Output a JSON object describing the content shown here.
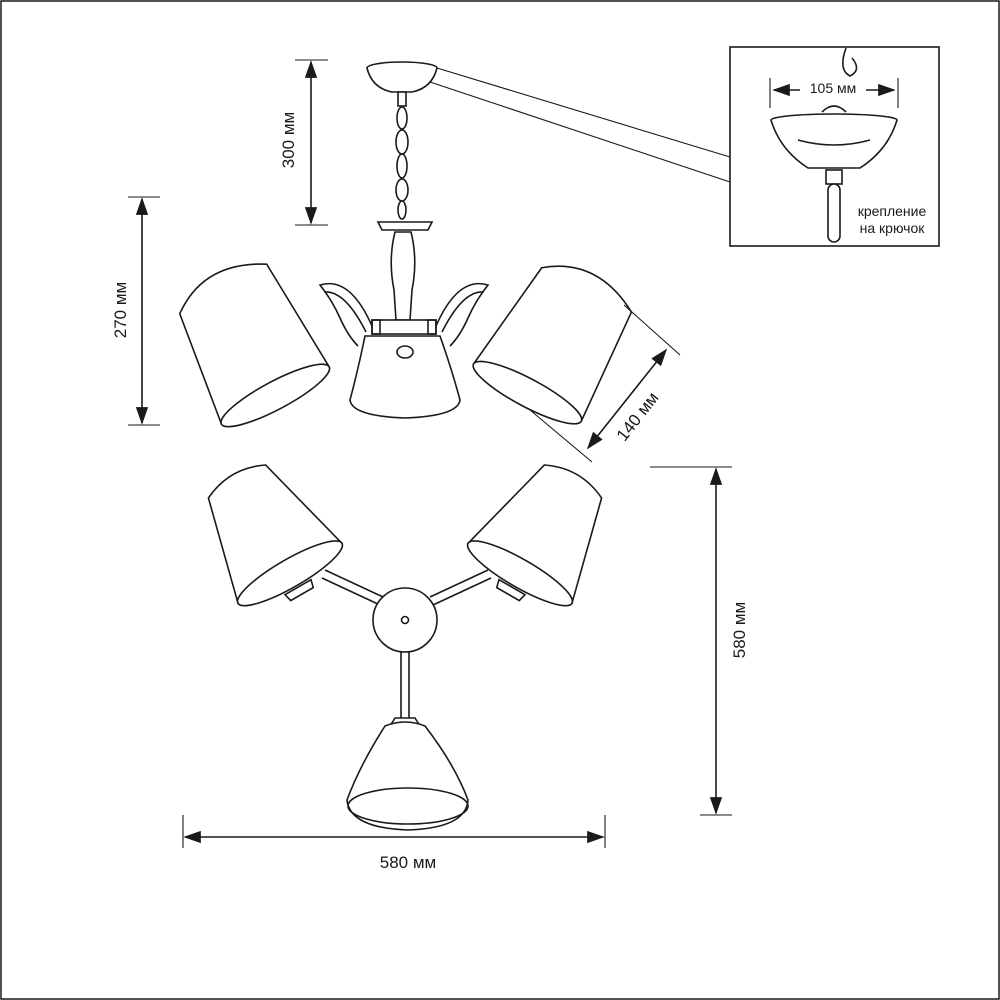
{
  "dimensions": {
    "chain_height": "300 мм",
    "body_height": "270 мм",
    "shade_size": "140 мм",
    "diameter_vertical": "580 мм",
    "diameter_horizontal": "580 мм",
    "canopy_width": "105 мм"
  },
  "inset": {
    "mount_line1": "крепление",
    "mount_line2": "на крючок"
  },
  "colors": {
    "line": "#1a1a1a",
    "background": "#ffffff"
  }
}
